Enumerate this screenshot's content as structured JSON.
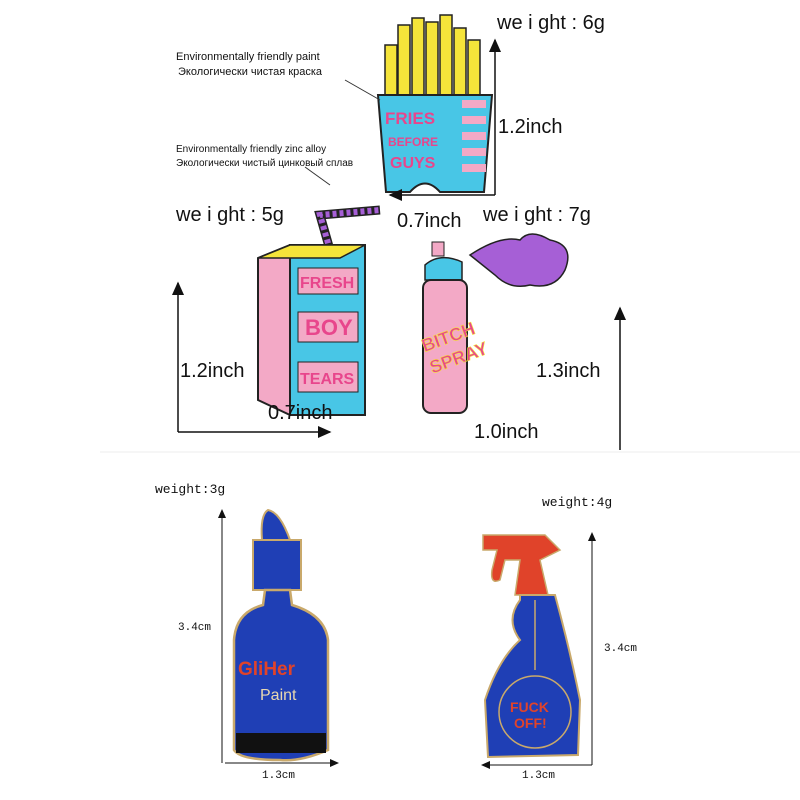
{
  "top_section": {
    "fries": {
      "weight": "we i ght : 6g",
      "height": "1.2inch",
      "width": "0.7inch",
      "pin_text": [
        "FRIES",
        "BEFORE",
        "GUYS"
      ]
    },
    "notes": {
      "paint_en": "Environmentally friendly paint",
      "paint_ru": "Экологически чистая краска",
      "alloy_en": "Environmentally friendly zinc alloy",
      "alloy_ru": "Экологически чистый цинковый сплав"
    },
    "juice": {
      "weight": "we i ght : 5g",
      "height": "1.2inch",
      "width": "0.7inch",
      "pin_text": [
        "FRESH",
        "BOY",
        "TEARS"
      ]
    },
    "spray_can": {
      "weight": "we i ght : 7g",
      "height": "1.3inch",
      "width": "1.0inch",
      "pin_text": [
        "BITCH",
        "SPRAY"
      ]
    }
  },
  "bottom_section": {
    "glitter": {
      "weight": "weight:3g",
      "height": "3.4cm",
      "width": "1.3cm",
      "pin_text": [
        "GliHer",
        "Paint"
      ]
    },
    "spray_bottle": {
      "weight": "weight:4g",
      "height": "3.4cm",
      "width": "1.3cm",
      "pin_text": [
        "FUCK",
        "OFF!"
      ]
    }
  },
  "colors": {
    "pink": "#e8468c",
    "cyan": "#48c6e6",
    "yellow": "#f5e43a",
    "purple": "#a65fd6",
    "blue": "#1f3fb5",
    "red": "#e0432a",
    "gold": "#c9a96b"
  }
}
